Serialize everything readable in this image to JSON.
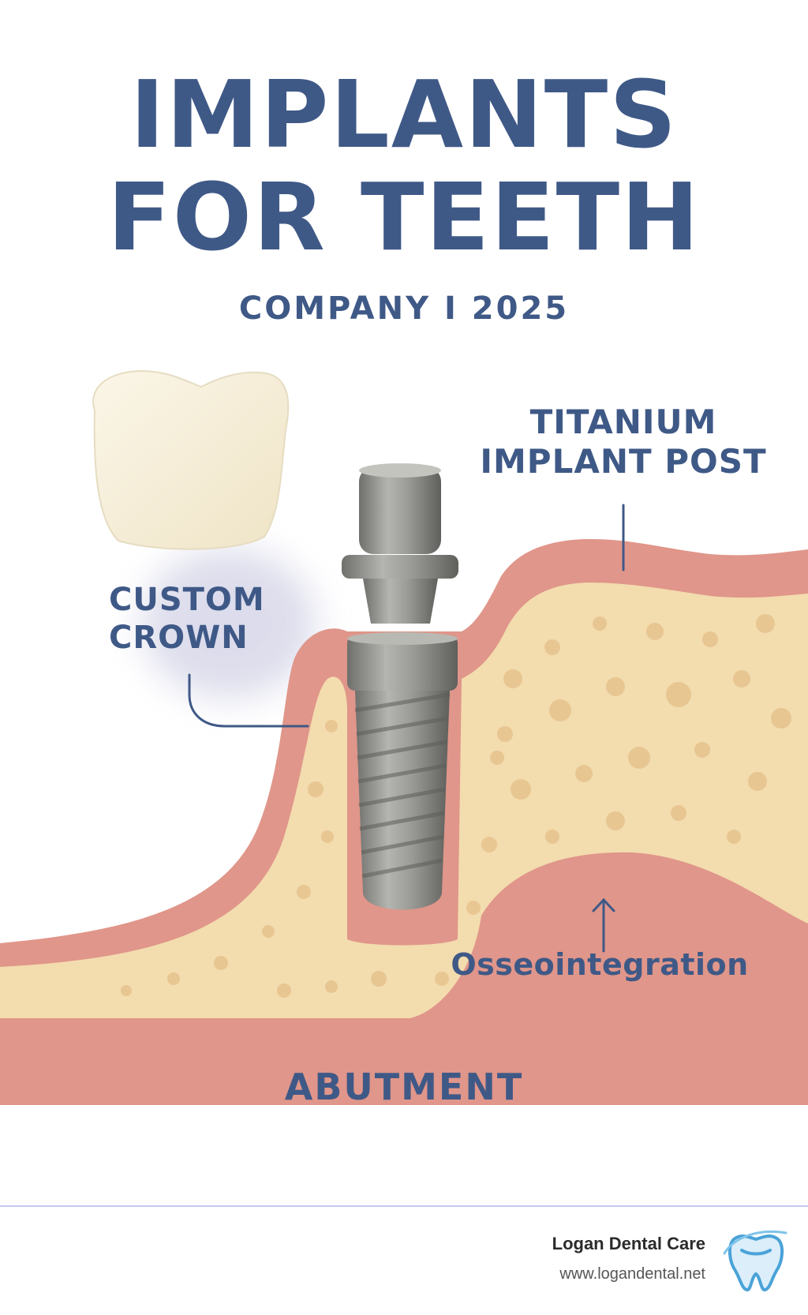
{
  "header": {
    "title_line1": "IMPLANTS",
    "title_line2": "FOR TEETH",
    "subtitle": "COMPANY I 2025"
  },
  "labels": {
    "titanium_line1": "TITANIUM",
    "titanium_line2": "IMPLANT POST",
    "crown_line1": "CUSTOM",
    "crown_line2": "CROWN",
    "osseointegration": "Osseointegration",
    "abutment": "ABUTMENT"
  },
  "footer": {
    "brand_name": "Logan Dental Care",
    "brand_url": "www.logandental.net"
  },
  "colors": {
    "title": "#3f5987",
    "gum": "#e0968a",
    "bone": "#f3dcae",
    "crown": "#f8f1dd",
    "metal": "#8e8e8a",
    "shadow": "#d8d8ea"
  },
  "icons": {
    "arrow": "up-arrow-icon",
    "logo": "tooth-logo-icon"
  }
}
